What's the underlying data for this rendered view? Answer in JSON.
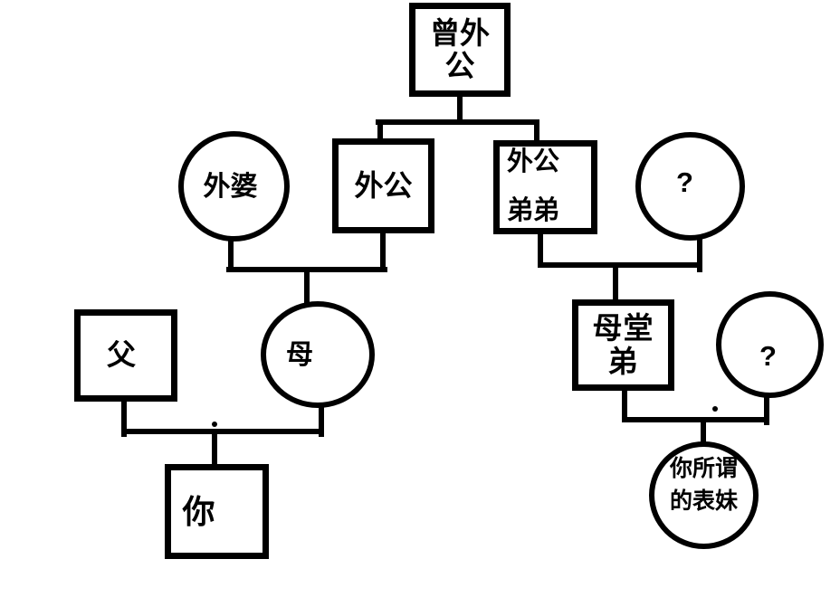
{
  "diagram": {
    "type": "family-tree",
    "background_color": "#ffffff",
    "stroke_color": "#000000",
    "shape_legend": {
      "square": "male",
      "circle": "female"
    },
    "nodes": {
      "great_grandfather": {
        "label": "曾外公",
        "shape": "square",
        "generation": 1
      },
      "grandmother": {
        "label": "外婆",
        "shape": "circle",
        "generation": 2
      },
      "grandfather": {
        "label": "外公",
        "shape": "square",
        "generation": 2
      },
      "grandfather_brother": {
        "label": "外公弟弟",
        "label_line1": "外公",
        "label_line2": "弟弟",
        "shape": "square",
        "generation": 2
      },
      "grandfather_brother_wife": {
        "label": "?",
        "shape": "circle",
        "generation": 2
      },
      "father": {
        "label": "父",
        "shape": "square",
        "generation": 3
      },
      "mother": {
        "label": "母",
        "shape": "circle",
        "generation": 3
      },
      "mother_cousin": {
        "label": "母堂弟",
        "shape": "square",
        "generation": 3
      },
      "mother_cousin_wife": {
        "label": "?",
        "shape": "circle",
        "generation": 3
      },
      "you": {
        "label": "你",
        "shape": "square",
        "generation": 4
      },
      "so_called_cousin": {
        "label": "你所谓的表妹",
        "label_line1": "你所谓",
        "label_line2": "的表妹",
        "shape": "circle",
        "generation": 4
      }
    },
    "relationships": [
      "曾外公 → 外公, 外公弟弟",
      "外婆 + 外公 → 母",
      "外公弟弟 + ? → 母堂弟",
      "父 + 母 → 你",
      "母堂弟 + ? → 你所谓的表妹"
    ]
  }
}
